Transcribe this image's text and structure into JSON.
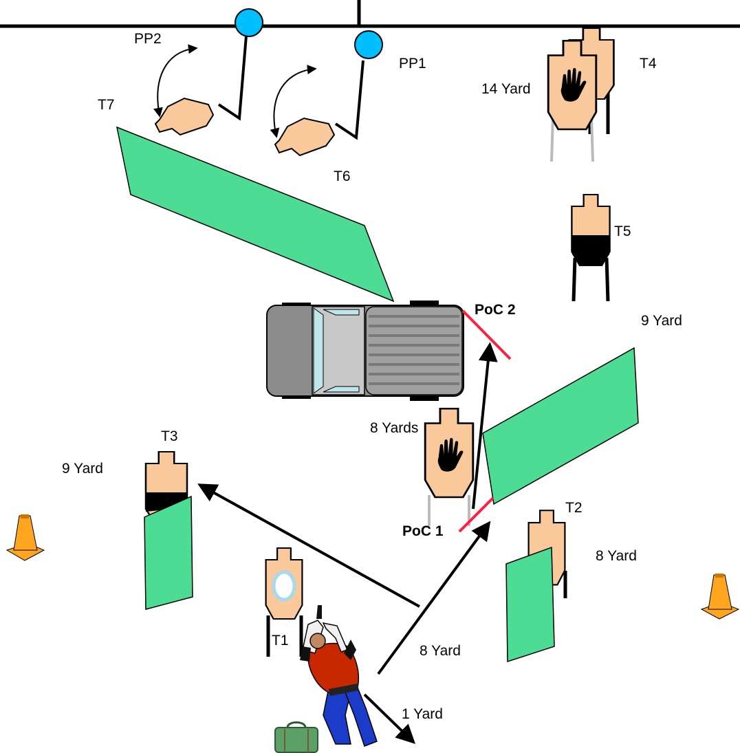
{
  "labels": {
    "pp2": "PP2",
    "pp1": "PP1",
    "t7": "T7",
    "t6": "T6",
    "t4": "T4",
    "t4_distance": "14 Yard",
    "t5": "T5",
    "poc2": "PoC 2",
    "right_barrier_distance": "9 Yard",
    "center_target_distance": "8 Yards",
    "t3": "T3",
    "t3_distance": "9 Yard",
    "t2": "T2",
    "t2_distance": "8 Yard",
    "poc1": "PoC 1",
    "t1": "T1",
    "run_distance": "8 Yard",
    "step_distance": "1 Yard"
  },
  "colors": {
    "barrier": "#4cdc94",
    "popper": "#00bfff",
    "target": "#f9c89b",
    "poc_line": "#ff2040",
    "cone": "#ffa51e",
    "truck_body": "#8c8c8c",
    "shirt": "#c82800",
    "pants": "#1a3cc8"
  },
  "icons": [
    "hand-no-shoot-icon",
    "traffic-cone-icon",
    "suitcase-icon",
    "pickup-truck-icon",
    "shooter-figure-icon"
  ]
}
